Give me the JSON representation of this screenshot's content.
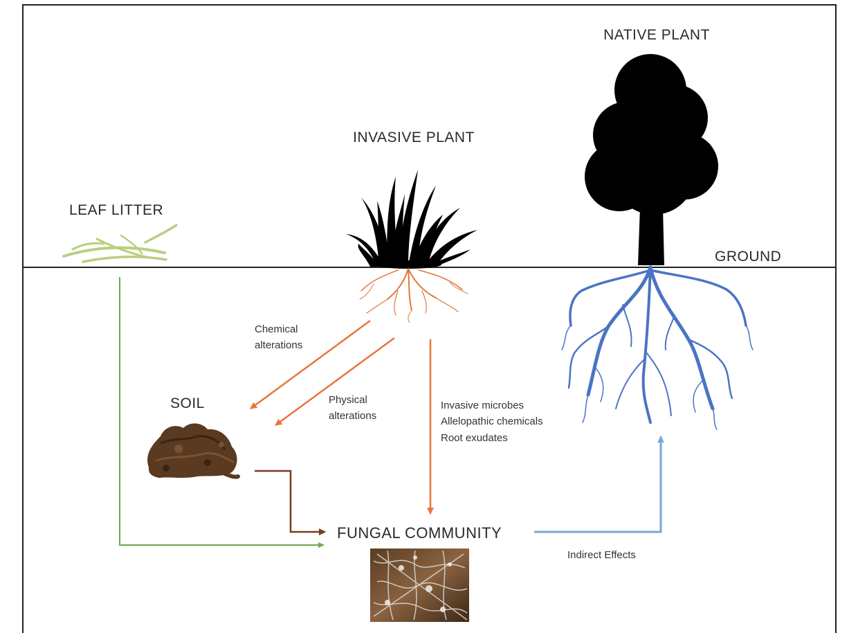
{
  "labels": {
    "native_plant": "NATIVE PLANT",
    "invasive_plant": "INVASIVE PLANT",
    "leaf_litter": "LEAF LITTER",
    "ground": "GROUND",
    "soil": "SOIL",
    "fungal_community": "FUNGAL COMMUNITY",
    "chemical_alterations": [
      "Chemical",
      "alterations"
    ],
    "physical_alterations": [
      "Physical",
      "alterations"
    ],
    "invasive_effects": [
      "Invasive microbes",
      "Allelopathic chemicals",
      "Root exudates"
    ],
    "indirect_effects": "Indirect Effects"
  },
  "colors": {
    "green_arrow": "#6aa84f",
    "orange_arrow": "#e8753a",
    "brown_arrow": "#7a3b1e",
    "blue_arrow": "#7aa6d8",
    "native_roots": "#4a74c4",
    "invasive_roots": "#e0763a",
    "leaf_litter": "#b9cf7e",
    "soil": "#5a3a20"
  },
  "icons": {
    "native_plant": "tree-silhouette-icon",
    "invasive_plant": "grass-tuft-icon",
    "leaf_litter": "leaf-litter-icon",
    "soil": "soil-clump-icon",
    "fungal_community": "fungal-mycelium-photo"
  }
}
